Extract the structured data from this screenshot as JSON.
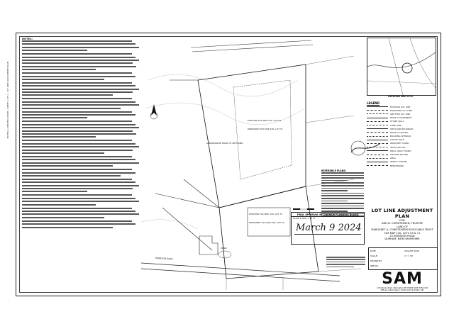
{
  "document": {
    "title": "LOT LINE ADJUSTMENT PLAN",
    "for_line": "FOR",
    "owner_line1": "ANN N. CHRISTENSEN, TRUSTEE",
    "owner_line2": "LAND OF",
    "owner_line3": "MARGARET A. CHRISTENSEN REVOCABLE TRUST",
    "tax_map": "TAX MAP 150, LOTS 53 & 71",
    "address_line": "25 EMERSON ROAD",
    "town_line": "DURHAM, NEW HAMPSHIRE",
    "firm_logo": "SAM",
    "firm_address": "1 Old Route Road, Barrington NH 03825 (603) 555-0101",
    "firm_address2": "Offices in Barrington, Portsmouth & Exeter, NH",
    "legend_title": "LEGEND",
    "location_map_label": "LOCATION MAP N.T.S.",
    "approval_heading": "FINAL APPROVAL BY DURHAM PLANNING BOARD",
    "approval_signature": "March 9 2024",
    "reference_plans_heading": "REFERENCE PLANS:",
    "scale_label": "SCALE 1 INCH = 30 FT",
    "road_label": "EMERSON ROAD",
    "parcel_a_label": "EXISTING TAX MAP 150, LOT 53",
    "parcel_b_label": "PROPOSED TAX MAP 150, LOT 71",
    "parcel_c_label": "EXISTING TAX MAP 150, LOT 71",
    "parcel_d_label": "PROPOSED TAX MAP 150, LOT 53",
    "wetland_label": "APPROXIMATE EDGE OF WETLAND",
    "pond_label": "POND",
    "strip_text": "NOTES & CERTIFICATIONS - SHEET 1 OF 1 - LOT LINE ADJUSTMENT PLAN"
  },
  "notes": {
    "heading": "NOTES:",
    "line_counts": [
      4,
      6,
      3,
      5,
      4,
      3,
      6,
      5,
      4,
      3,
      5,
      4,
      4,
      3
    ]
  },
  "legend": {
    "items": [
      "EXISTING LOT LINE",
      "PROPOSED LOT LINE",
      "ABUTTER LOT LINE",
      "EDGE OF PAVEMENT",
      "STONE WALL",
      "TREE LINE",
      "WETLAND BOUNDARY",
      "EDGE OF WATER",
      "BUILDING SETBACK",
      "UTILITY POLE",
      "IRON PIPE FOUND",
      "IRON ROD SET",
      "DRILL HOLE FOUND",
      "GRANITE BOUND",
      "WELL",
      "SEPTIC SYSTEM",
      "BENCHMARK"
    ]
  },
  "sheet_info": {
    "date_label": "DATE",
    "date_value": "AUGUST 2023",
    "scale_label": "SCALE",
    "scale_value": "1\" = 30'",
    "drawn_label": "DRAWN BY",
    "job_label": "JOB NO."
  },
  "colors": {
    "ink": "#222222",
    "paper": "#ffffff"
  }
}
